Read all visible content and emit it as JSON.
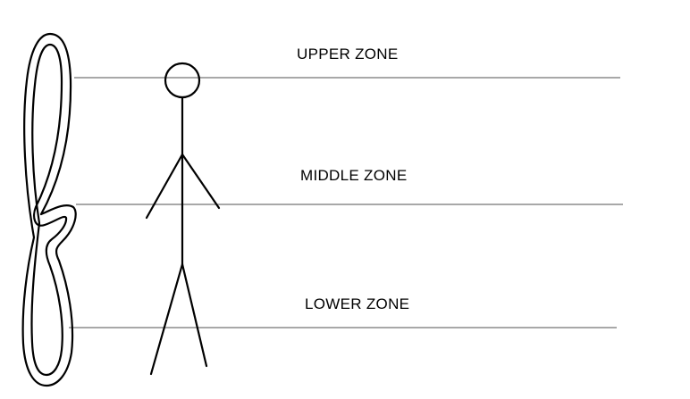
{
  "zones": {
    "upper": {
      "label": "UPPER ZONE"
    },
    "middle": {
      "label": "MIDDLE ZONE"
    },
    "lower": {
      "label": "LOWER ZONE"
    }
  },
  "colors": {
    "lines": "#8c8c8c",
    "figure": "#000000",
    "background": "#ffffff"
  },
  "icons": {
    "letter": "cursive-letter-f-outline",
    "figure": "stick-figure"
  }
}
